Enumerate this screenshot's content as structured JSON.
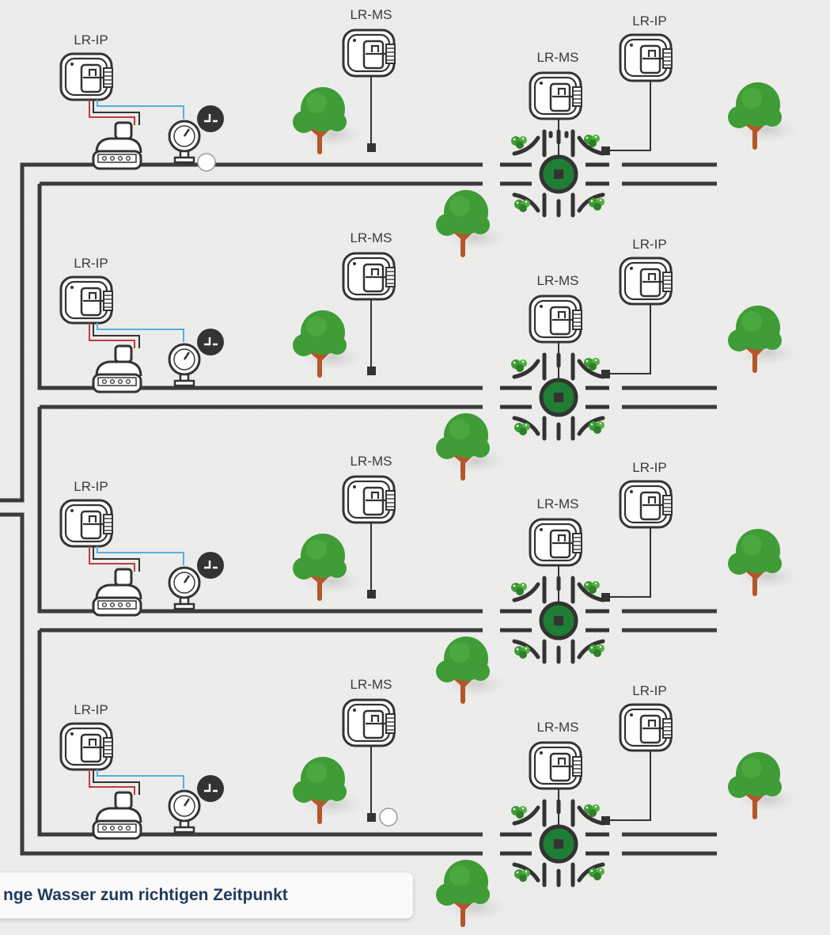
{
  "labels": {
    "controller_ip": "LR-IP",
    "sensor_ms": "LR-MS"
  },
  "caption": "nge Wasser zum richtigen Zeitpunkt",
  "colors": {
    "pipe": "#3b3b3b",
    "tree_green": "#3f9c36",
    "tree_trunk": "#b5562a",
    "wire_red": "#c23b3b",
    "wire_blue": "#58aee0",
    "caption_text": "#1f3a5c"
  },
  "icons": [
    "controller-icon",
    "sensor-icon",
    "valve-icon",
    "pressure-gauge-icon",
    "clock-icon",
    "tree-icon",
    "roundabout-icon"
  ]
}
